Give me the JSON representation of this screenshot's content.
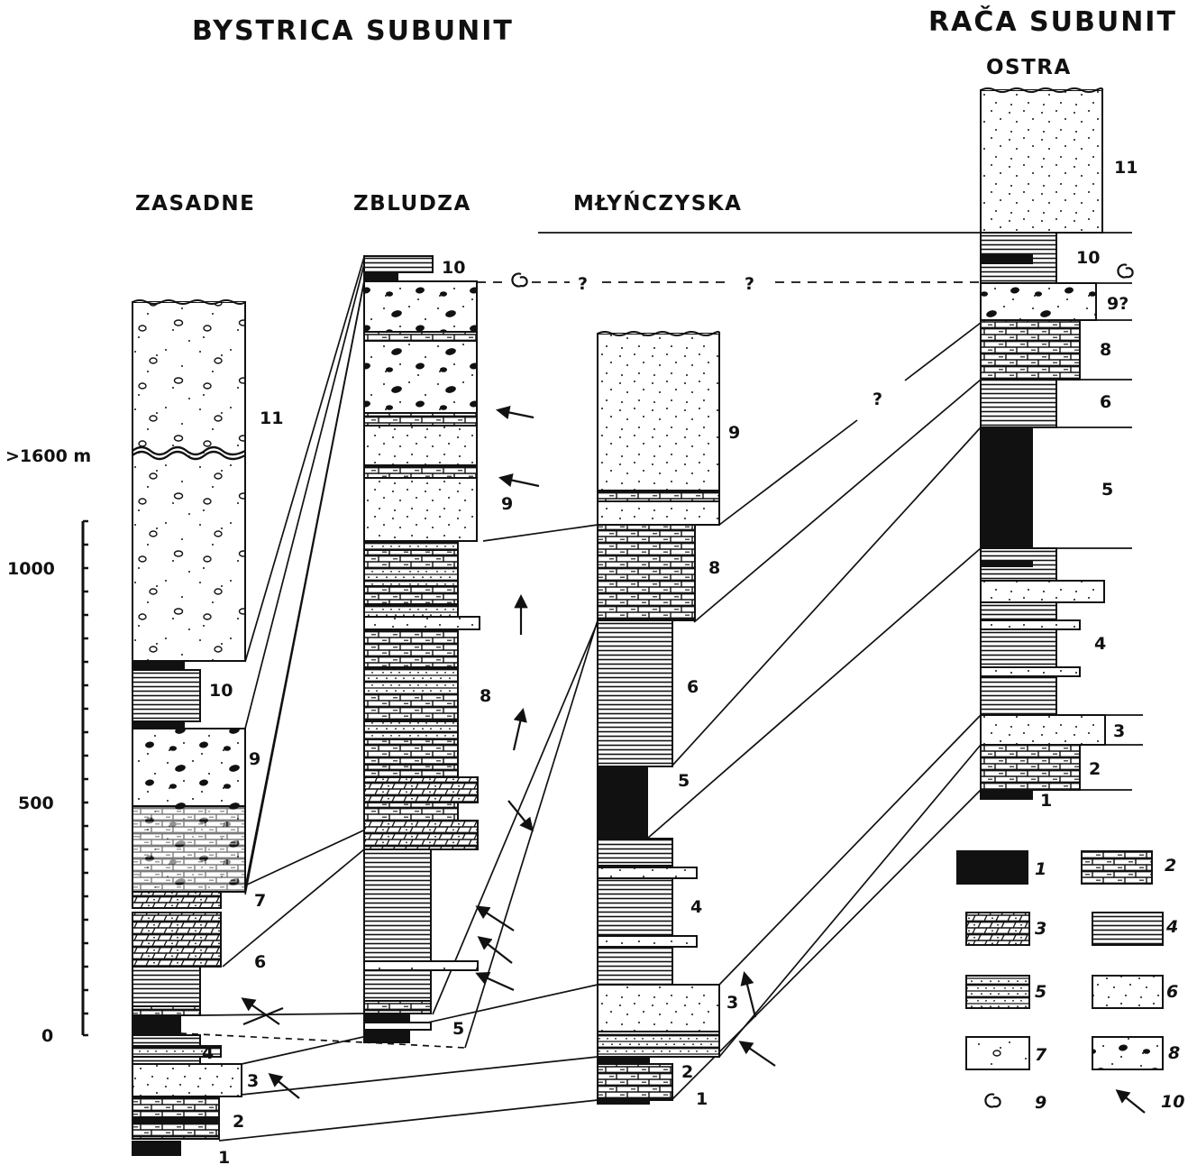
{
  "titles": {
    "bystrica": "BYSTRICA SUBUNIT",
    "raca": "RAČA SUBUNIT"
  },
  "sections": {
    "zasadne": "ZASADNE",
    "zbludza": "ZBLUDZA",
    "mlynczyska": "MŁYŃCZYSKA",
    "ostra": "OSTRA"
  },
  "scale": {
    "top_label": ">1600 m",
    "tick_1000": "1000",
    "tick_500": "500",
    "tick_0": "0"
  },
  "unit_labels": {
    "zasadne": [
      "1",
      "2",
      "3",
      "4",
      "6",
      "7",
      "9",
      "10",
      "11"
    ],
    "zbludza": [
      "5",
      "8",
      "9",
      "10"
    ],
    "mlynczyska": [
      "1",
      "2",
      "3",
      "4",
      "5",
      "6",
      "8",
      "9"
    ],
    "ostra": [
      "1",
      "2",
      "3",
      "4",
      "5",
      "6",
      "8",
      "9?",
      "10",
      "11"
    ]
  },
  "uncertain_mark": "?",
  "legend": {
    "items": [
      {
        "num": "1",
        "fill": "black"
      },
      {
        "num": "2",
        "fill": "limestone"
      },
      {
        "num": "3",
        "fill": "dolomite"
      },
      {
        "num": "4",
        "fill": "shale"
      },
      {
        "num": "5",
        "fill": "sandstone-bedded"
      },
      {
        "num": "6",
        "fill": "sandstone"
      },
      {
        "num": "7",
        "fill": "conglomerate"
      },
      {
        "num": "8",
        "fill": "conglomerate-dark"
      },
      {
        "num": "9",
        "fill": "ammonite"
      },
      {
        "num": "10",
        "fill": "arrow"
      }
    ]
  },
  "colors": {
    "ink": "#111111",
    "paper": "#ffffff"
  }
}
